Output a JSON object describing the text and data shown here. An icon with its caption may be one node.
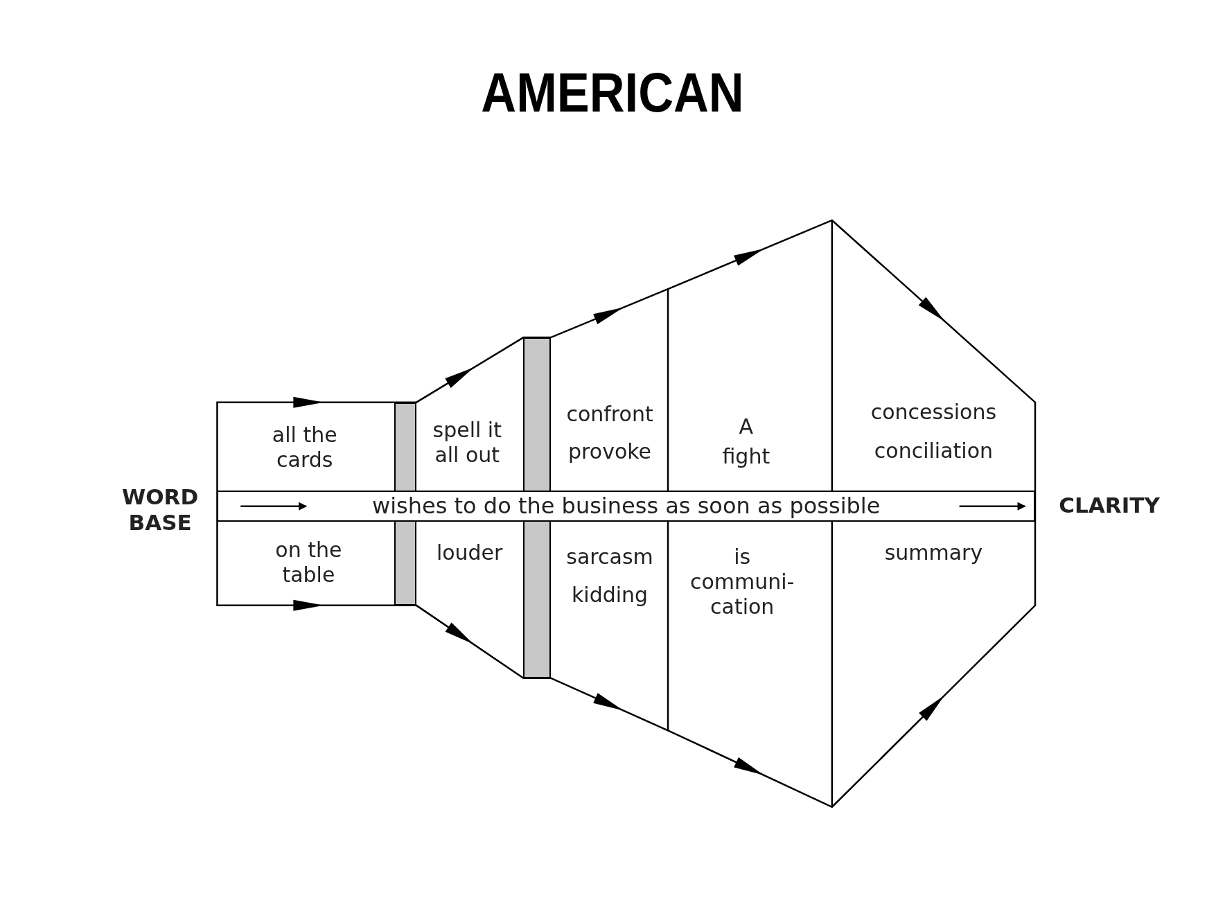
{
  "diagram": {
    "title": "AMERICAN",
    "nodes": [
      {
        "text": [
          "WORD BASE"
        ]
      },
      {
        "text": [
          "all the cards"
        ]
      },
      {
        "text": [
          "on the table"
        ]
      },
      {
        "text": [],
        "shape": "bar"
      },
      {
        "text": [
          "spell it all out"
        ]
      },
      {
        "text": [
          "louder"
        ]
      },
      {
        "text": [],
        "shape": "bar"
      },
      {
        "text": [
          "confront",
          "provoke"
        ]
      },
      {
        "text": [
          "sarcasm",
          "kidding"
        ]
      },
      {
        "text": [
          "A fight"
        ]
      },
      {
        "text": [
          "is communi- cation"
        ]
      },
      {
        "text": [
          "concessions",
          "conciliation"
        ]
      },
      {
        "text": [
          "summary"
        ]
      },
      {
        "text": [
          "wishes to do the business as soon as possible"
        ]
      },
      {
        "text": [
          "CLARITY"
        ]
      }
    ]
  }
}
